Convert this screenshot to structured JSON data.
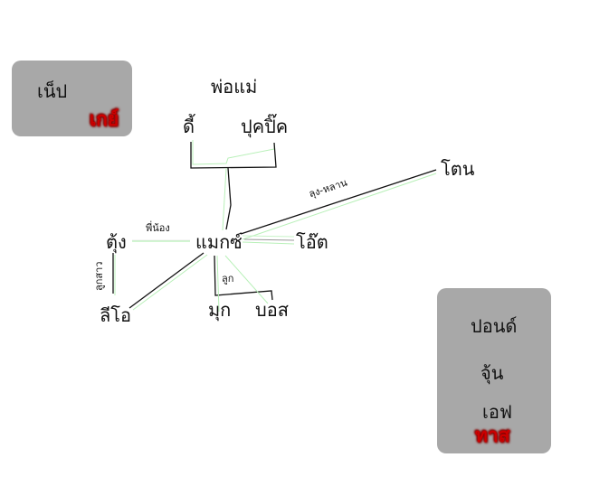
{
  "diagram": {
    "title": "ผังความสัมพันธ์",
    "nodes": {
      "parents_heading": "พ่อแม่",
      "dad": "ดี้",
      "mom": "ปุคปิ๊ค",
      "center": "แมกซ์",
      "ton": "โตน",
      "ot": "โอ๊ต",
      "tung": "ตุ้ง",
      "leo": "ลีโอ",
      "muk": "มุก",
      "boss": "บอส"
    },
    "edge_labels": {
      "uncle_nephew": "ลุง-หลาน",
      "siblings": "พี่น้อง",
      "daughter": "ลูกสาว",
      "child": "ลูก"
    },
    "edges": [
      {
        "from": "dad",
        "to": "mom",
        "type": "parents-bracket"
      },
      {
        "from": "parents",
        "to": "center",
        "type": "parent-of"
      },
      {
        "from": "center",
        "to": "ton",
        "label": "uncle_nephew"
      },
      {
        "from": "center",
        "to": "ot"
      },
      {
        "from": "center",
        "to": "tung",
        "label": "siblings"
      },
      {
        "from": "tung",
        "to": "leo",
        "label": "daughter"
      },
      {
        "from": "center",
        "to": "leo"
      },
      {
        "from": "center",
        "to": "muk",
        "label": "child"
      },
      {
        "from": "center",
        "to": "boss",
        "label": "child"
      }
    ],
    "colors": {
      "line": "#111111",
      "shadow_line": "#a8f0a8",
      "box_bg": "#a8a8a8",
      "tag_red": "#cc0000"
    }
  },
  "boxes": {
    "left": {
      "name": "เน็ป",
      "tag": "เกย์"
    },
    "right": {
      "names": [
        "ปอนด์",
        "จุ้น",
        "เอฟ"
      ],
      "tag": "ทาส"
    }
  }
}
